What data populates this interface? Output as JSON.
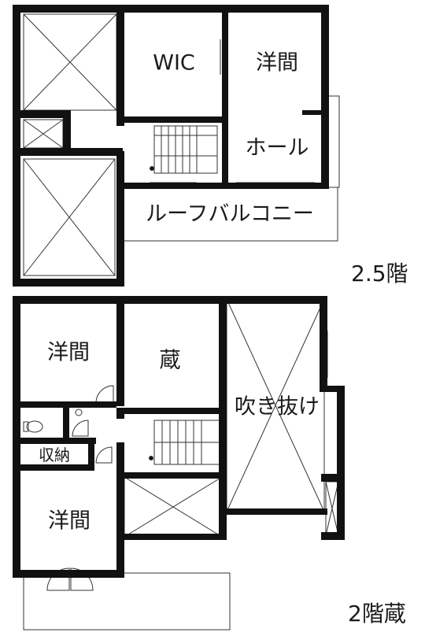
{
  "floor_upper": {
    "title": "2.5階",
    "rooms": {
      "wic": "WIC",
      "western_room": "洋間",
      "hall": "ホール",
      "roof_balcony": "ルーフバルコニー"
    }
  },
  "floor_lower": {
    "title": "2階蔵",
    "rooms": {
      "western_room_1": "洋間",
      "storehouse": "蔵",
      "atrium": "吹き抜け",
      "storage": "収納",
      "western_room_2": "洋間"
    }
  },
  "colors": {
    "wall": "#111111",
    "line": "#333333",
    "background": "#ffffff"
  }
}
